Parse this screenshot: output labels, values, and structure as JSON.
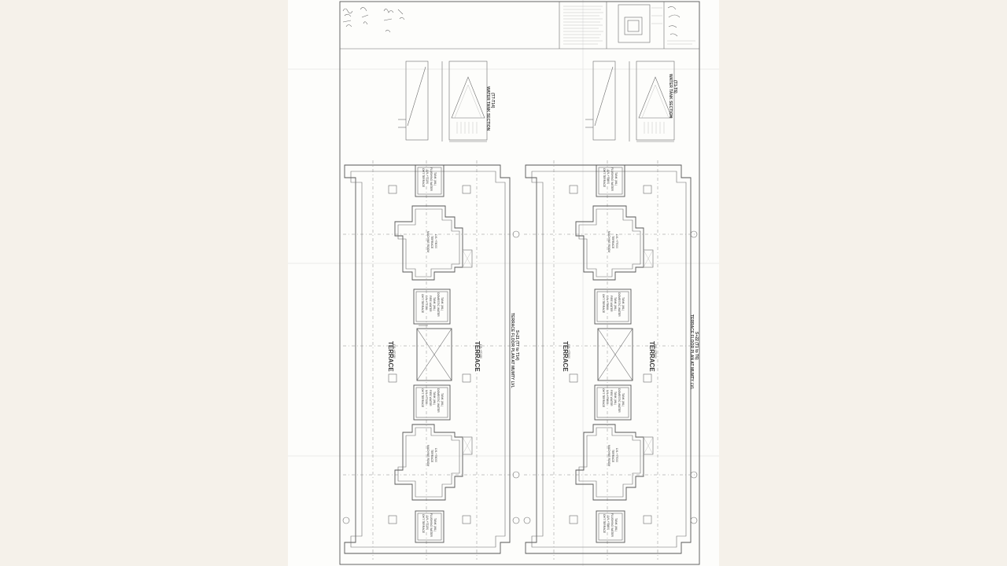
{
  "sheet": {
    "left_block": {
      "plan_title": "TERRACE FLOOR PLAN AT MUMTY LVL",
      "plan_subtitle": "S+21 (T7 to T14)",
      "section_title": "WATER TANK SECTION",
      "section_subtitle": "(T7-T14)",
      "terrace_label": "TERRACE",
      "terrace_level_a": "LVL +70150",
      "terrace_level_b": "LVL +70150",
      "machine_room": "MACHINE ROOM",
      "machine_room_sub": "TERRACE",
      "machine_room_lvl": "LVL +74000",
      "oht_terrace": "OHT TERRACE",
      "oht_lvl": "LVL +77150",
      "flushing_tank": "FLUSHING WATER",
      "flushing_tank_sub": "TANK (WL)",
      "fire_tank": "FIRE WATER",
      "fire_tank_sub": "TANK (WL)",
      "domestic_tank": "DOMESTIC WATER",
      "domestic_tank_sub": "TANK (WL)"
    },
    "right_block": {
      "plan_title": "TERRACE FLOOR PLAN AT MUMTY LVL",
      "plan_subtitle": "S+22 (T1 to T6)",
      "section_title": "WATER TANK SECTION",
      "section_subtitle": "(T1-T6)",
      "terrace_label": "TERRACE",
      "terrace_level_a": "LVL +73000",
      "terrace_level_b": "LVL +73000",
      "machine_room": "MACHINE ROOM",
      "machine_room_sub": "TERRACE",
      "machine_room_lvl": "LVL +77000",
      "oht_terrace": "OHT TERRACE",
      "oht_lvl": "LVL +79800",
      "flushing_tank": "FLUSHING WATER",
      "flushing_tank_sub": "TANK (WL)",
      "fire_tank": "FIRE WATER",
      "fire_tank_sub": "TANK (WL)",
      "domestic_tank": "DOMESTIC WATER",
      "domestic_tank_sub": "TANK (WL)"
    }
  }
}
